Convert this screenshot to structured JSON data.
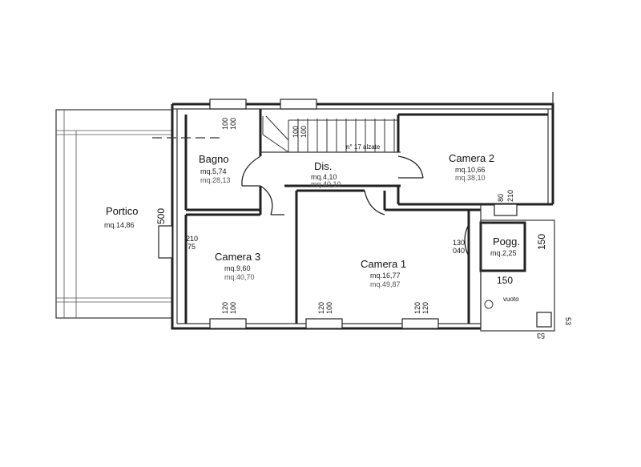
{
  "rooms": {
    "portico": {
      "name": "Portico",
      "area": "mq.14,86"
    },
    "bagno": {
      "name": "Bagno",
      "area": "mq.5,74",
      "volume": "mq.28,13"
    },
    "dis": {
      "name": "Dis.",
      "area": "mq.4,10",
      "volume": "mq.40,10"
    },
    "camera2": {
      "name": "Camera 2",
      "area": "mq.10,66",
      "volume": "mq.38,10"
    },
    "camera3": {
      "name": "Camera 3",
      "area": "mq.9,60",
      "volume": "mq.40,70"
    },
    "camera1": {
      "name": "Camera 1",
      "area": "mq.16,77",
      "volume": "mq.49,87"
    },
    "pogg": {
      "name": "Pogg.",
      "area": "mq.2,25"
    }
  },
  "stair_label": "n° 17 alzate",
  "void_label": "vuoto",
  "dimensions": {
    "portico_depth": "500",
    "pogg_side": "150",
    "pogg_bottom": "150",
    "corner_a": "53",
    "corner_b": "53",
    "bagno_window": [
      "100",
      "100"
    ],
    "dis_window": [
      "100",
      "100"
    ],
    "camera2_window": [
      "80",
      "210"
    ],
    "camera3_door": [
      "210",
      "75"
    ],
    "pogg_door": [
      "130",
      "040"
    ],
    "camera3_window": [
      "120",
      "100"
    ],
    "camera1_window_left": [
      "120",
      "100"
    ],
    "camera1_window_right": [
      "120",
      "120"
    ]
  }
}
